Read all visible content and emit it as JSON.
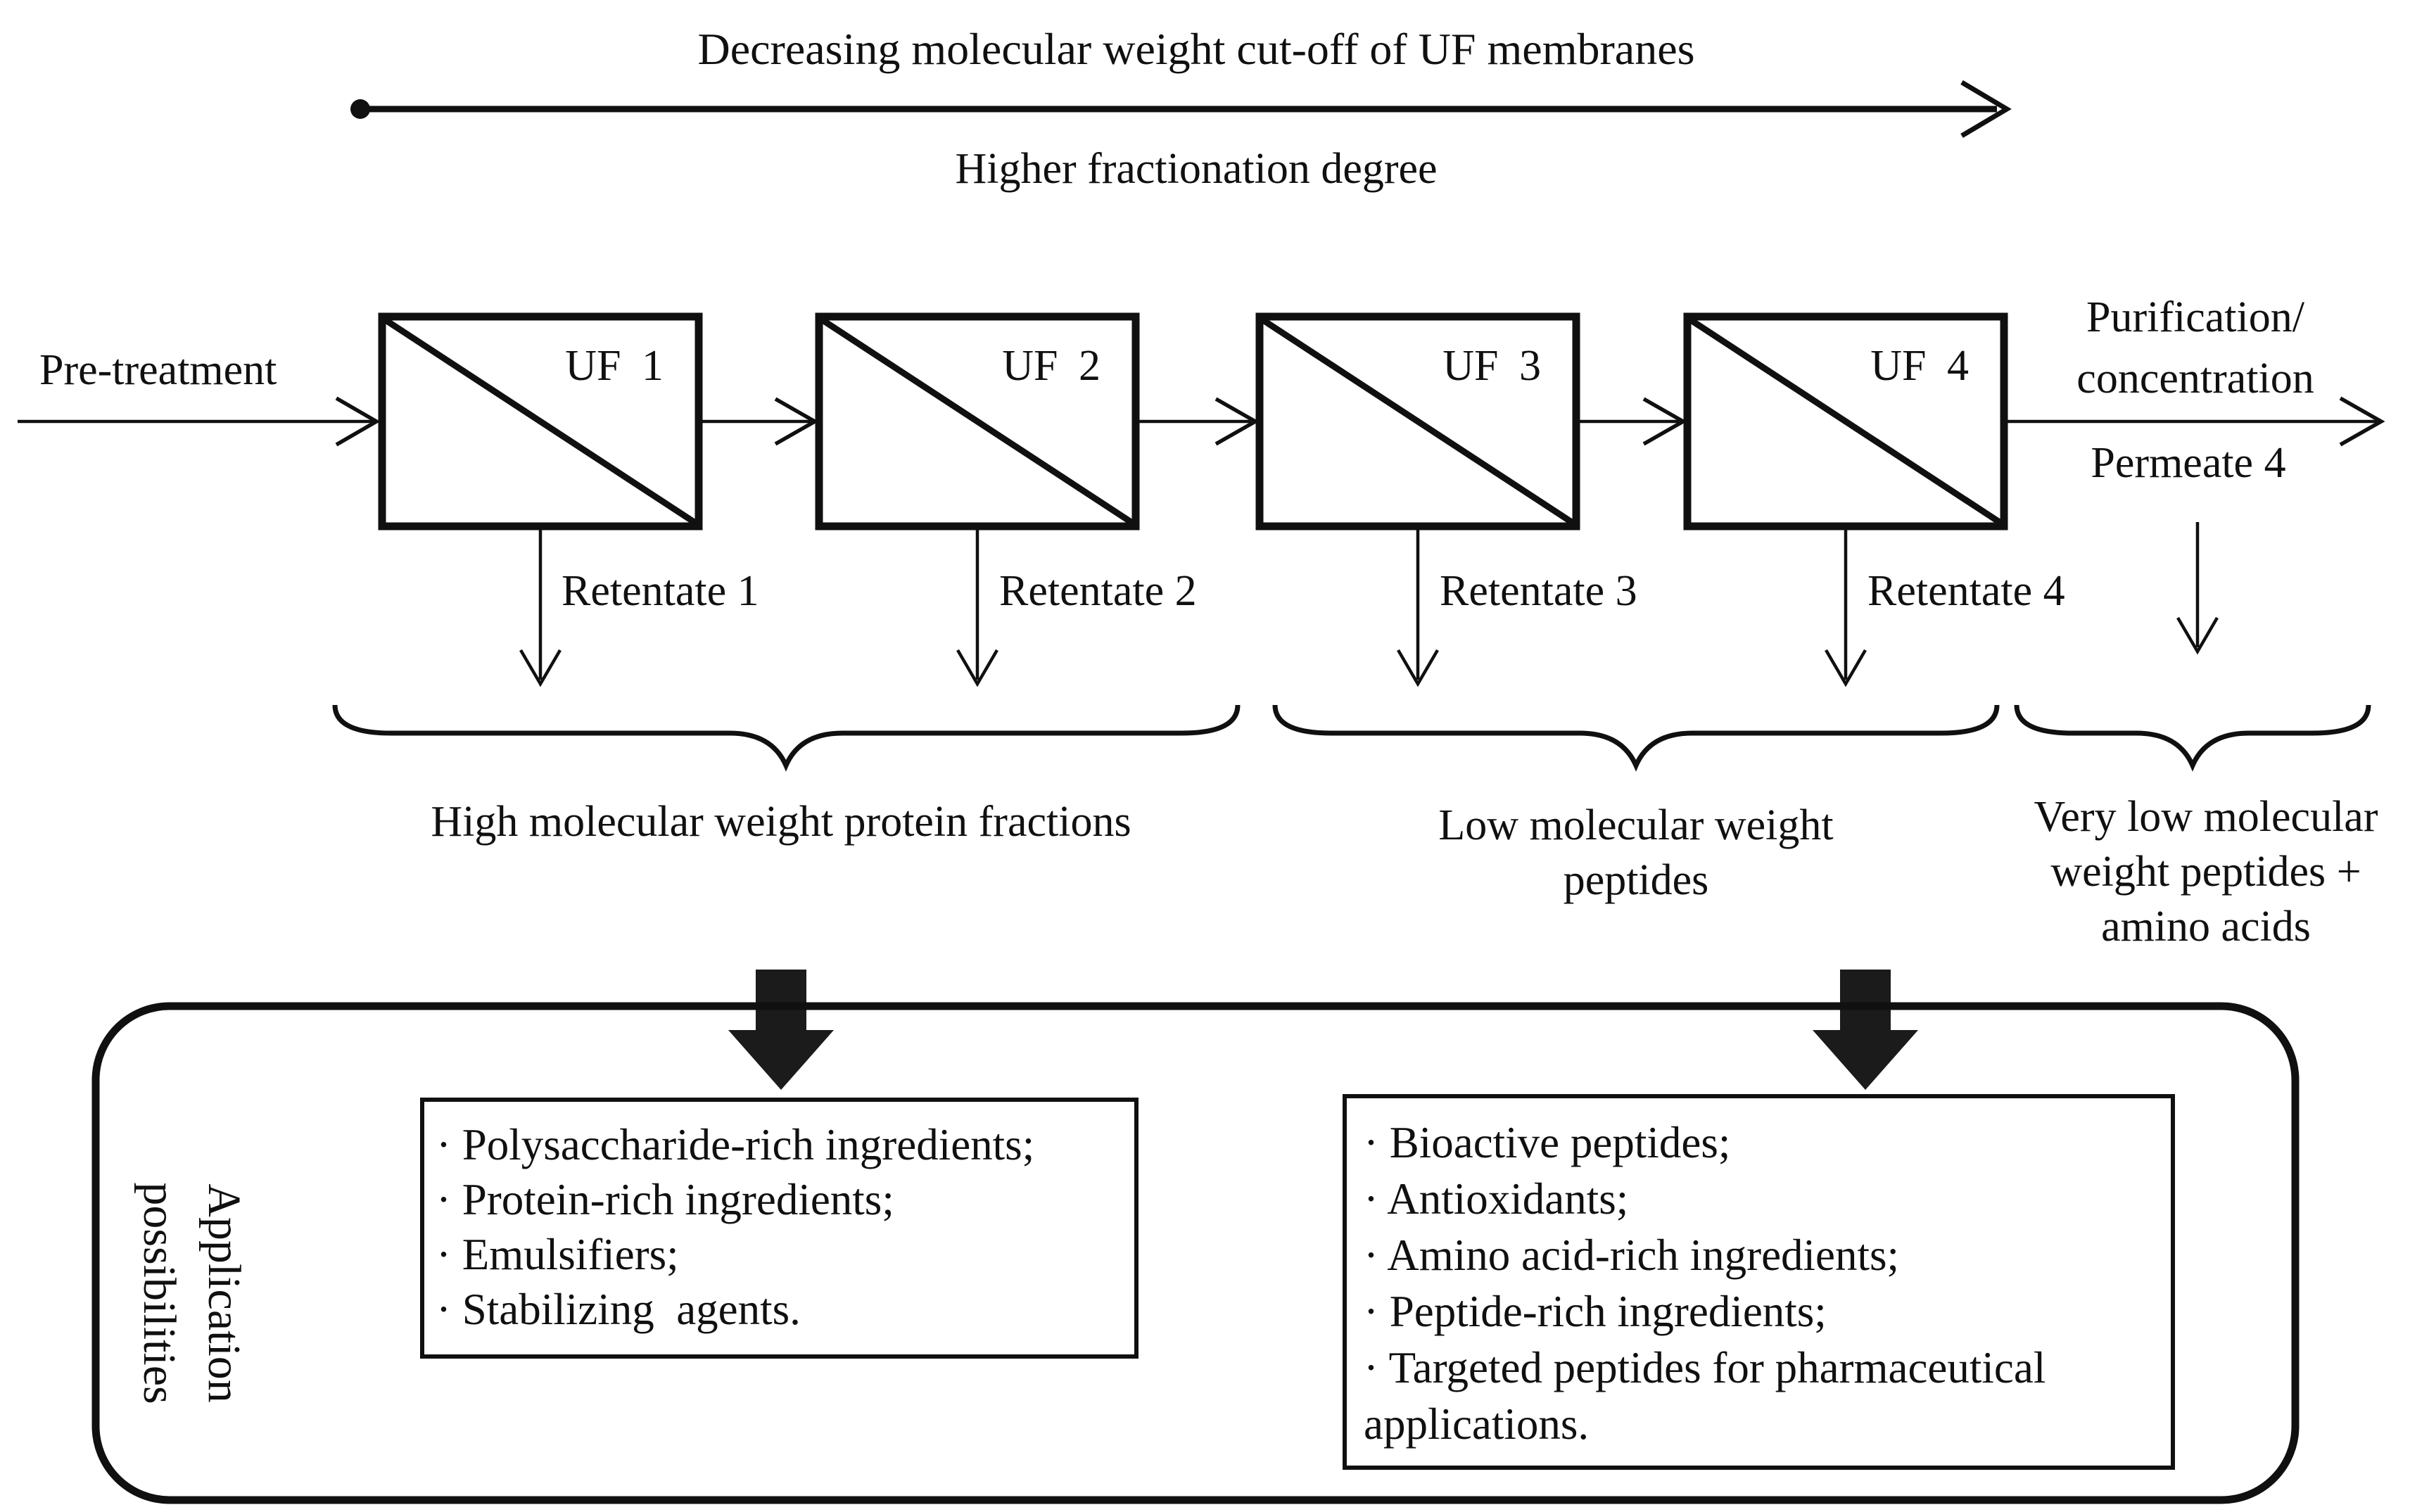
{
  "top": {
    "title": "Decreasing molecular weight cut-off of UF membranes",
    "subtitle": "Higher fractionation degree"
  },
  "flow": {
    "pretreatment": "Pre-treatment",
    "uf_units": [
      {
        "label": "UF 1",
        "retentate": "Retentate 1"
      },
      {
        "label": "UF 2",
        "retentate": "Retentate 2"
      },
      {
        "label": "UF 3",
        "retentate": "Retentate 3"
      },
      {
        "label": "UF 4",
        "retentate": "Retentate 4"
      }
    ],
    "purification": "Purification/\nconcentration",
    "permeate": "Permeate 4"
  },
  "groups": [
    {
      "label": "High molecular weight protein fractions"
    },
    {
      "label": "Low molecular weight\npeptides"
    },
    {
      "label": "Very low molecular\nweight peptides +\namino acids"
    }
  ],
  "applications": {
    "sidebar": "Application\npossibilities",
    "box1": {
      "items": [
        "· Polysaccharide-rich ingredients;",
        "· Protein-rich ingredients;",
        "· Emulsifiers;",
        "· Stabilizing  agents."
      ]
    },
    "box2": {
      "items": [
        "· Bioactive peptides;",
        "· Antioxidants;",
        "· Amino acid-rich ingredients;",
        "· Peptide-rich ingredients;",
        "· Targeted peptides for pharmaceutical"
      ],
      "continuation": "applications."
    }
  },
  "colors": {
    "ink": "#101010",
    "background": "#ffffff"
  }
}
